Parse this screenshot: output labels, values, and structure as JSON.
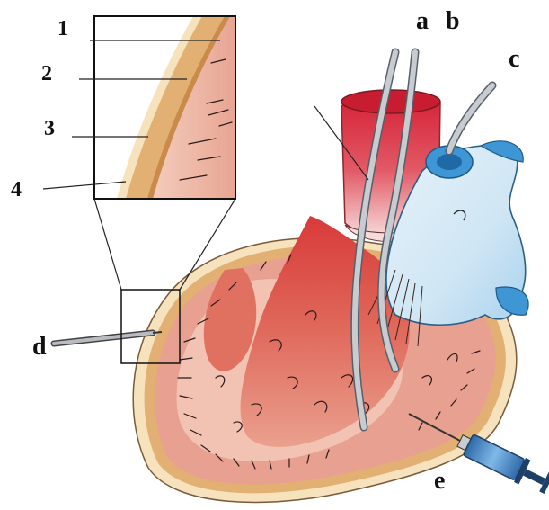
{
  "labels": {
    "l1": "1",
    "l2": "2",
    "l3": "3",
    "l4": "4",
    "la": "a",
    "lb": "b",
    "lc": "c",
    "ld": "d",
    "le": "e"
  },
  "colors": {
    "myocardium": "#e8a090",
    "myocardium_light": "#f2c2b2",
    "epicardium_band": "#e2b072",
    "pericardium_outer": "#f6e2bc",
    "blood_red": "#d42a3a",
    "blue_vessel": "#4aa8e0",
    "catheter": "#c8ccd0"
  }
}
